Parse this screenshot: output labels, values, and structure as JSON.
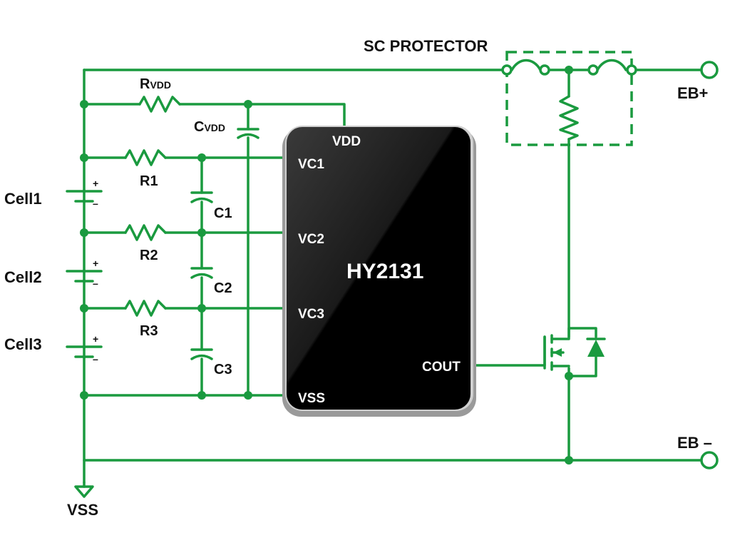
{
  "diagram": {
    "chip": {
      "name": "HY2131",
      "pins": {
        "vdd": "VDD",
        "vc1": "VC1",
        "vc2": "VC2",
        "vc3": "VC3",
        "vss": "VSS",
        "cout": "COUT"
      }
    },
    "labels": {
      "sc_protector": "SC PROTECTOR",
      "rvdd_main": "R",
      "rvdd_sub": "VDD",
      "cvdd_main": "C",
      "cvdd_sub": "VDD",
      "r1": "R1",
      "r2": "R2",
      "r3": "R3",
      "c1": "C1",
      "c2": "C2",
      "c3": "C3",
      "cell1": "Cell1",
      "cell2": "Cell2",
      "cell3": "Cell3",
      "eb_plus": "EB+",
      "eb_minus": "EB –",
      "vss_ground": "VSS",
      "plus": "+",
      "minus": "–"
    },
    "colors": {
      "wire": "#1a9a3f",
      "chip": "#000000",
      "chip_text": "#ffffff",
      "text": "#111111"
    }
  }
}
